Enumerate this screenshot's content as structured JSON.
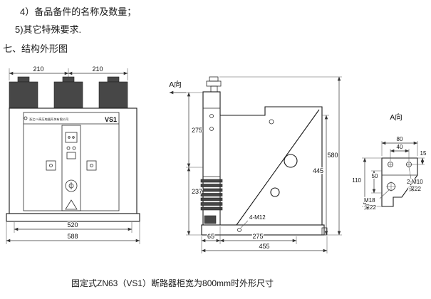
{
  "page": {
    "line_item_4": "4）备品备件的名称及数量；",
    "line_item_5": "5)其它特殊要求.",
    "section_heading": "七、结构外形图",
    "caption": "固定式ZN63（VS1）断路器柜宽为800mm时外形尺寸"
  },
  "front_view": {
    "brand_text": "浙江××高压电器开关有限公司",
    "model_label": "VS1",
    "dim_top_left": "210",
    "dim_top_right": "210",
    "dim_bottom_inner": "520",
    "dim_bottom_outer": "588"
  },
  "side_view": {
    "view_arrow_label": "A向",
    "dim_left_upper": "275",
    "dim_left_lower": "237",
    "dim_right_inner": "445",
    "dim_right_outer": "580",
    "dim_bottom_front": "65",
    "dim_bottom_mid": "275",
    "dim_bottom_total": "455",
    "hole_label": "4-M12"
  },
  "detail_view": {
    "title": "A向",
    "dim_width_outer": "80",
    "dim_width_inner": "40",
    "dim_right": "15",
    "dim_height_outer": "110",
    "dim_height_inner": "50",
    "hole_label_line1": "2-M10",
    "hole_label_line2": "深22",
    "center_hole_line1": "M18",
    "center_hole_line2": "深22"
  }
}
